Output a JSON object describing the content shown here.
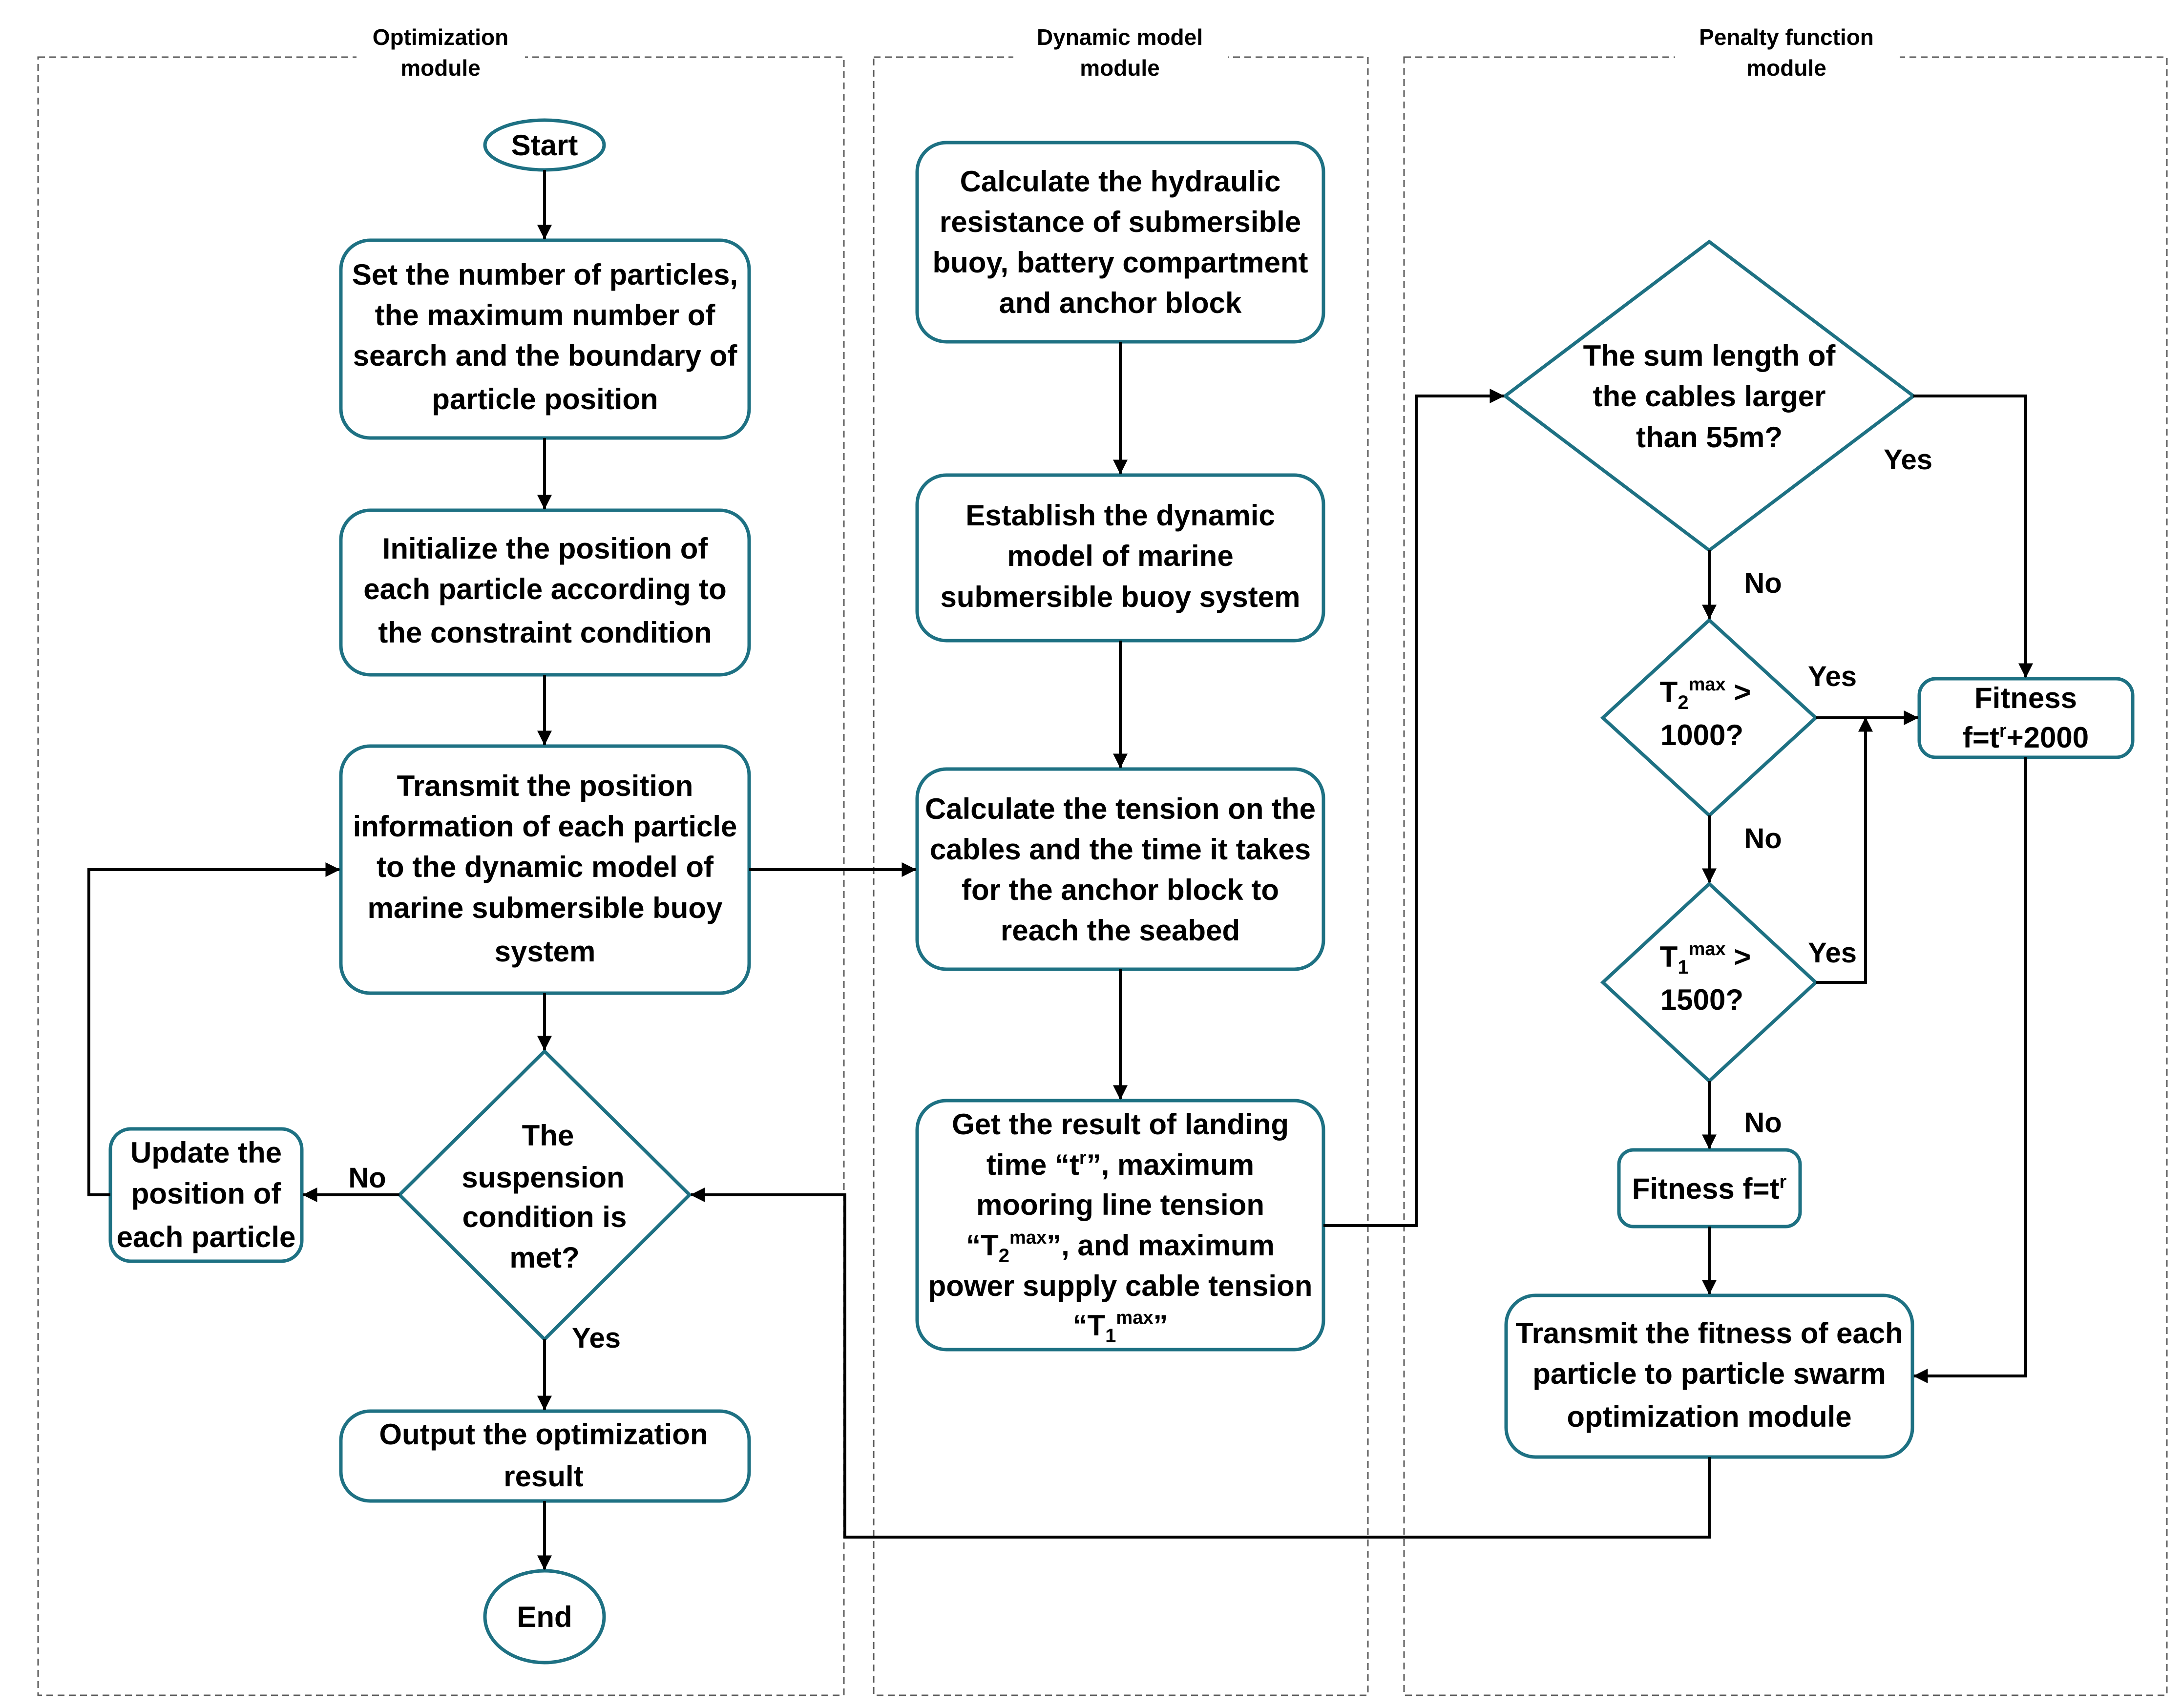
{
  "colors": {
    "node_stroke": "#1e7183",
    "line": "#000000",
    "frame": "#5a5a5a",
    "background": "#ffffff"
  },
  "modules": {
    "optimization": {
      "title_l1": "Optimization",
      "title_l2": "module"
    },
    "dynamic": {
      "title_l1": "Dynamic model",
      "title_l2": "module"
    },
    "penalty": {
      "title_l1": "Penalty function",
      "title_l2": "module"
    }
  },
  "nodes": {
    "start": "Start",
    "set_params": [
      "Set the number of particles,",
      "the maximum number of",
      "search and the boundary of",
      "particle position"
    ],
    "init_pos": [
      "Initialize the position of",
      "each particle according to",
      "the constraint condition"
    ],
    "transmit_pos": [
      "Transmit the position",
      "information of each particle",
      "to the dynamic model of",
      "marine submersible buoy",
      "system"
    ],
    "suspension": [
      "The",
      "suspension",
      "condition is",
      "met?"
    ],
    "update": [
      "Update the",
      "position of",
      "each particle"
    ],
    "output": [
      "Output the optimization",
      "result"
    ],
    "end": "End",
    "calc_resist": [
      "Calculate the hydraulic",
      "resistance of submersible",
      "buoy, battery compartment",
      "and anchor block"
    ],
    "establish": [
      "Establish the dynamic",
      "model of marine",
      "submersible buoy system"
    ],
    "calc_tension": [
      "Calculate the tension on the",
      "cables and the time it takes",
      "for the anchor block to",
      "reach the seabed"
    ],
    "get_result": {
      "l1": "Get the result of landing",
      "l2a": "time “t",
      "l2sup": "r",
      "l2b": "”, maximum",
      "l3": "mooring line tension",
      "l4a": "“T",
      "l4sub": "2",
      "l4sup": "max",
      "l4b": "”, and maximum",
      "l5": "power supply cable tension",
      "l6a": "“T",
      "l6sub": "1",
      "l6sup": "max",
      "l6b": "”"
    },
    "sum_length": [
      "The sum length of",
      "the cables larger",
      "than 55m?"
    ],
    "t2": {
      "a": "T",
      "sub": "2",
      "sup": "max",
      "b": " >",
      "l2": "1000?"
    },
    "t1": {
      "a": "T",
      "sub": "1",
      "sup": "max",
      "b": " >",
      "l2": "1500?"
    },
    "fitness_pen": {
      "l1": "Fitness",
      "l2a": "f=t",
      "l2sup": "r",
      "l2b": "+2000"
    },
    "fitness": {
      "a": "Fitness f=t",
      "sup": "r"
    },
    "transmit_fit": [
      "Transmit the fitness of each",
      "particle to particle swarm",
      "optimization module"
    ]
  },
  "edge_labels": {
    "suspension_no": "No",
    "suspension_yes": "Yes",
    "sum_yes": "Yes",
    "sum_no": "No",
    "t2_yes": "Yes",
    "t2_no": "No",
    "t1_yes": "Yes",
    "t1_no": "No"
  }
}
